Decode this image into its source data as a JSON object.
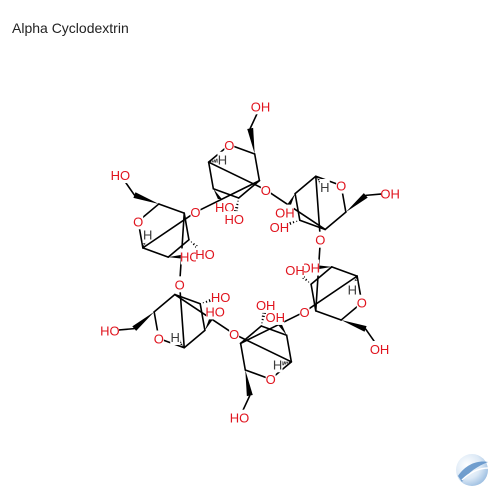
{
  "title": "Alpha Cyclodextrin",
  "colors": {
    "bond": "#000000",
    "oxygen": "#e0141e",
    "hydrogen": "#3a3a3a",
    "logo_light": "#dce9f6",
    "logo_mid": "#9fc0e2",
    "logo_dark": "#5b8ec6"
  },
  "labels": {
    "oxygen": "O",
    "hydroxyl": "OH",
    "hydroxyl_left": "HO",
    "hydrogen": "H"
  },
  "logo": {
    "icon": "brand-sphere-icon"
  }
}
